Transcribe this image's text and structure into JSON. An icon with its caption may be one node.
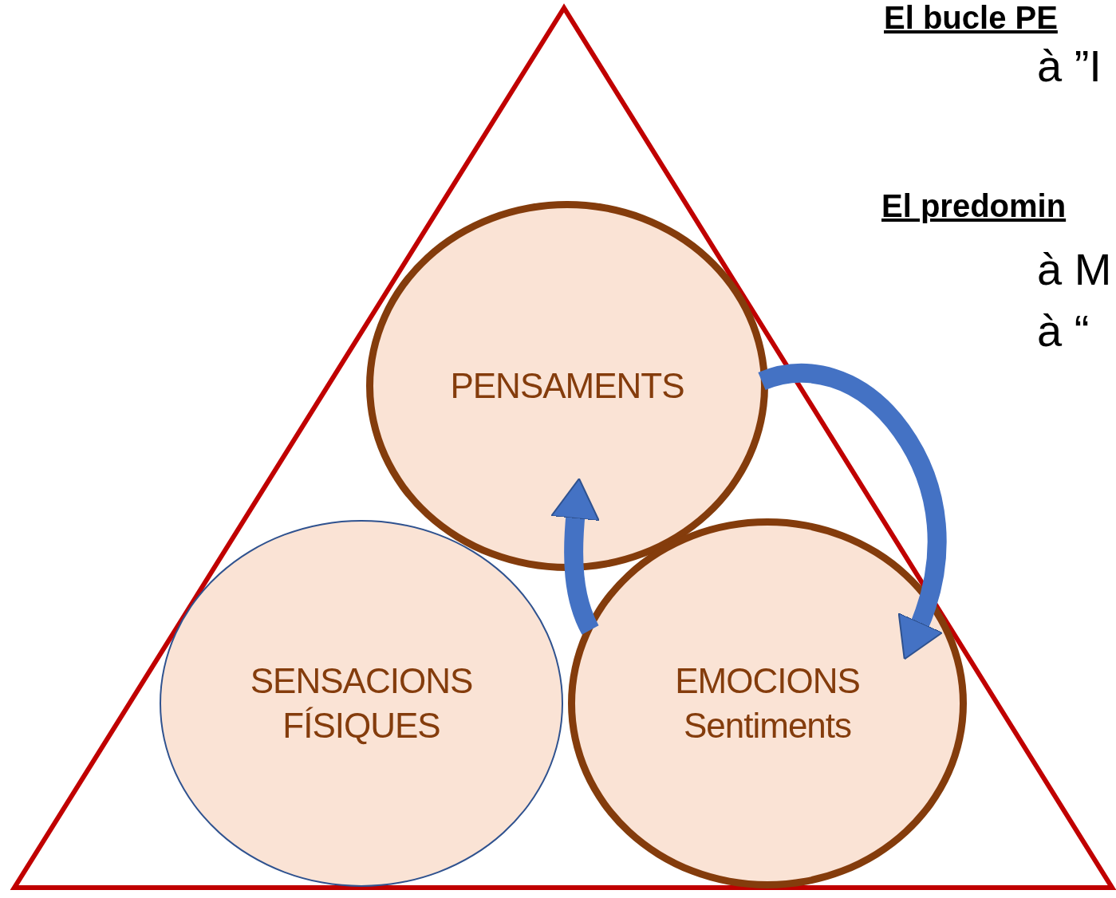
{
  "diagram": {
    "nodes": [
      {
        "text": [
          "PENSAMENTS"
        ]
      },
      {
        "text": [
          "SENSACIONS FÍSIQUES"
        ]
      },
      {
        "text": [
          "EMOCIONS Sentiments"
        ]
      }
    ],
    "edges": [
      {
        "from": 0,
        "to": 2,
        "arrow": "to"
      },
      {
        "from": 2,
        "to": 0,
        "arrow": "to"
      }
    ],
    "labels": [
      "El bucle PE",
      "à ”I",
      "El predomin",
      "à M",
      "à “"
    ]
  }
}
